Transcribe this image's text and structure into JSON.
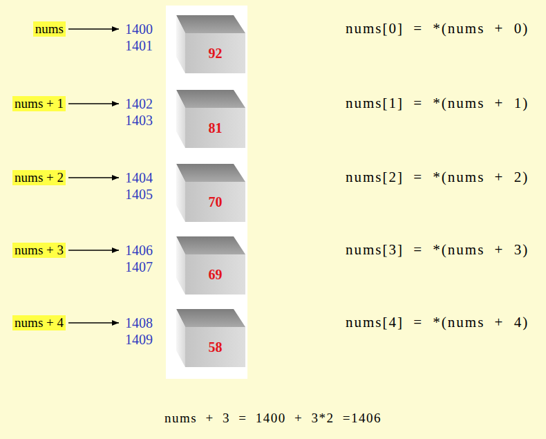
{
  "diagram": {
    "caption": "nums + 3 = 1400 + 3*2 =1406",
    "nodes": [
      {
        "text": [
          "nums"
        ]
      },
      {
        "text": [
          "1400",
          "1401",
          "92"
        ]
      },
      {
        "text": [
          "nums + 1"
        ]
      },
      {
        "text": [
          "1402",
          "1403",
          "81"
        ]
      },
      {
        "text": [
          "nums + 2"
        ]
      },
      {
        "text": [
          "1404",
          "1405",
          "70"
        ]
      },
      {
        "text": [
          "nums + 3"
        ]
      },
      {
        "text": [
          "1406",
          "1407",
          "69"
        ]
      },
      {
        "text": [
          "nums + 4"
        ]
      },
      {
        "text": [
          "1408",
          "1409",
          "58"
        ]
      }
    ],
    "edges": [
      {
        "from": 0,
        "to": 1,
        "arrow": "to"
      },
      {
        "from": 2,
        "to": 3,
        "arrow": "to"
      },
      {
        "from": 4,
        "to": 5,
        "arrow": "to"
      },
      {
        "from": 6,
        "to": 7,
        "arrow": "to"
      },
      {
        "from": 8,
        "to": 9,
        "arrow": "to"
      }
    ],
    "labels": [
      "nums[0] = *(nums + 0)",
      "nums[1] = *(nums + 1)",
      "nums[2] = *(nums + 2)",
      "nums[3] = *(nums + 3)",
      "nums[4] = *(nums + 4)"
    ]
  }
}
